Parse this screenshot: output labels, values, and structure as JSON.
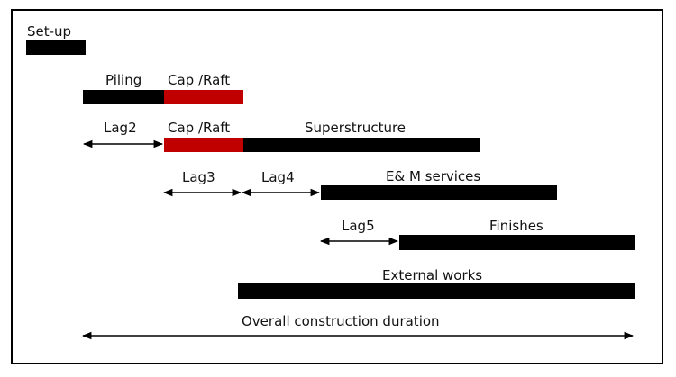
{
  "colors": {
    "bar": "#000000",
    "highlight": "#c00000",
    "frame": "#000000"
  },
  "bars": {
    "setup": "Set-up",
    "piling": "Piling",
    "cap_raft_1": "Cap /Raft",
    "cap_raft_2": "Cap /Raft",
    "superstructure": "Superstructure",
    "em_services": "E& M services",
    "finishes": "Finishes",
    "external_works": "External works"
  },
  "lags": {
    "lag2": "Lag2",
    "lag3": "Lag3",
    "lag4": "Lag4",
    "lag5": "Lag5"
  },
  "overall": "Overall construction duration"
}
